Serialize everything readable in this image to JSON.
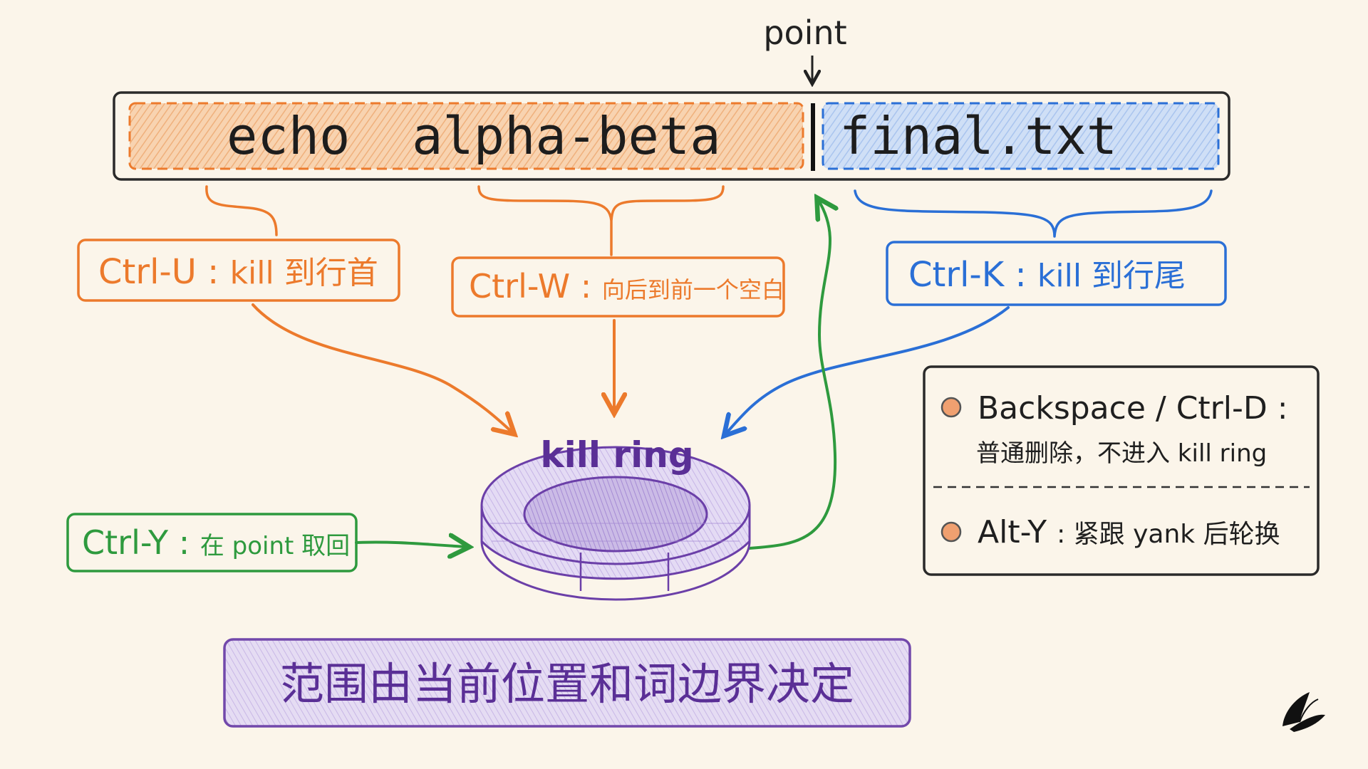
{
  "point_label": "point",
  "command_line": {
    "left_text": "echo  alpha-beta",
    "right_text": "final.txt"
  },
  "ctrl_u": {
    "key": "Ctrl-U",
    "colon": ":",
    "desc": "kill 到行首"
  },
  "ctrl_w": {
    "key": "Ctrl-W",
    "colon": ":",
    "desc": "向后到前一个空白"
  },
  "ctrl_k": {
    "key": "Ctrl-K",
    "colon": ":",
    "desc": "kill 到行尾"
  },
  "ctrl_y": {
    "key": "Ctrl-Y",
    "colon": ":",
    "desc": "在 point 取回"
  },
  "kill_ring_label": "kill ring",
  "notes": {
    "backspace_title": "Backspace / Ctrl-D :",
    "backspace_desc": "普通删除，不进入 kill ring",
    "alt_y_key": "Alt-Y",
    "alt_y_desc": ": 紧跟 yank 后轮换"
  },
  "footer": "范围由当前位置和词边界决定",
  "colors": {
    "orange": "#ec7a2c",
    "blue": "#2a6fd6",
    "green": "#2e9a3e",
    "purple": "#6b3fa8",
    "ink": "#222222",
    "orange_fill": "#f6c9a0",
    "blue_fill": "#bcd2f2",
    "ring_fill": "#d9cdef"
  },
  "icons": {
    "logo": "butterfly-icon",
    "arrow": "arrow-icon"
  }
}
